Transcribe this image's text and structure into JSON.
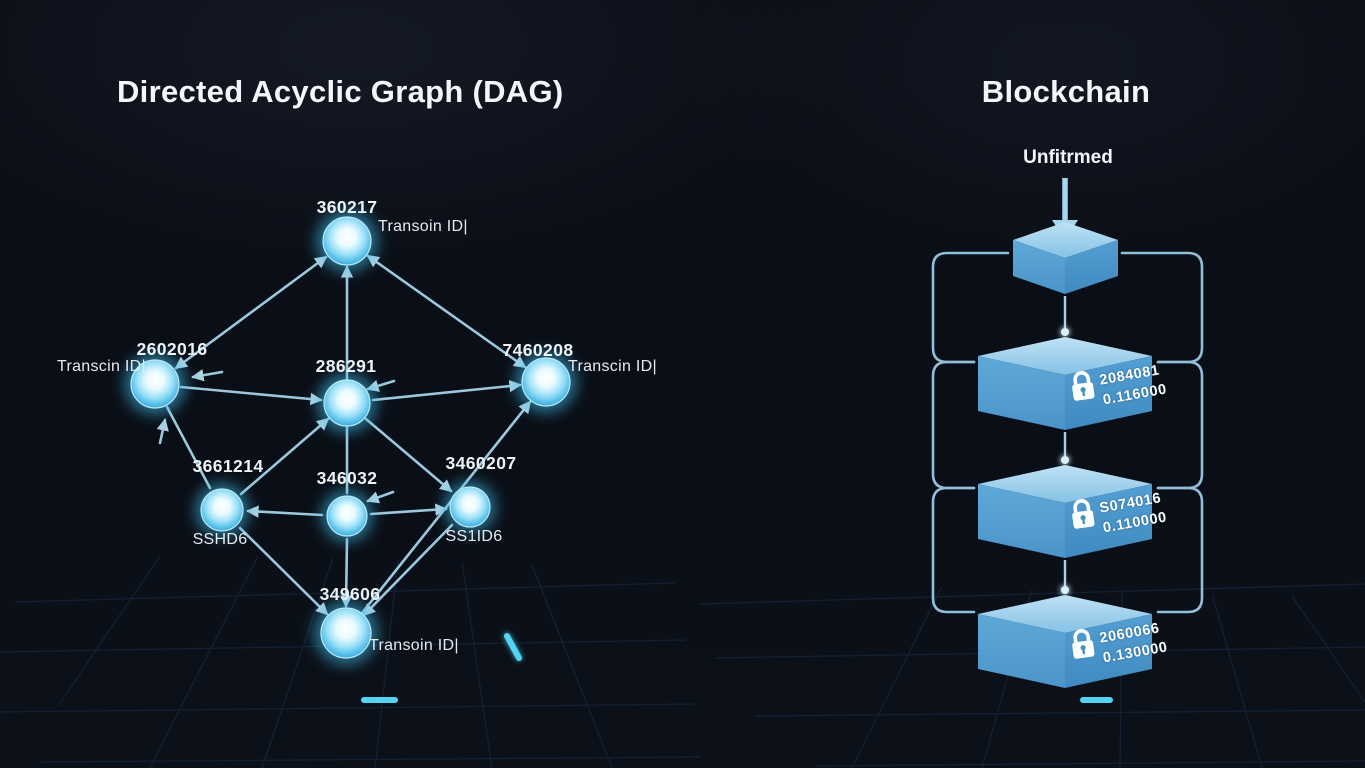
{
  "left_panel": {
    "title": "Directed Acyclic Graph (DAG)",
    "nodes": {
      "top": {
        "number": "360217",
        "label": "Transoin ID|"
      },
      "left": {
        "number": "2602016",
        "label": "Transcin ID|"
      },
      "center": {
        "number": "286291"
      },
      "right": {
        "number": "7460208",
        "label": "Transcin ID|"
      },
      "lower_left": {
        "number": "3661214",
        "label": "SSHD6"
      },
      "lower_center": {
        "number": "346032"
      },
      "lower_right": {
        "number": "3460207",
        "label": "SS1ID6"
      },
      "bottom": {
        "number": "349606",
        "label": "Transoin ID|"
      }
    }
  },
  "right_panel": {
    "title": "Blockchain",
    "pending_label": "Unfitrmed",
    "blocks": [
      {
        "hash": "2084081",
        "amount": "0.116000"
      },
      {
        "hash": "S074016",
        "amount": "0.110000"
      },
      {
        "hash": "2060066",
        "amount": "0.130000"
      }
    ]
  },
  "icons": {
    "lock": "padlock",
    "arrow_down": "↓"
  },
  "colors": {
    "background": "#0a0e16",
    "node_blue": "#4fc3f0",
    "line_blue": "#a9d8ee",
    "block_top": "#a6d3ee",
    "block_side_left": "#57a3d6",
    "block_side_right": "#4392c8",
    "bracket_blue": "#9fd3ec",
    "dash_cyan": "#52d4f5",
    "grid_blue": "#1b3150",
    "text": "#f2f6fa"
  }
}
